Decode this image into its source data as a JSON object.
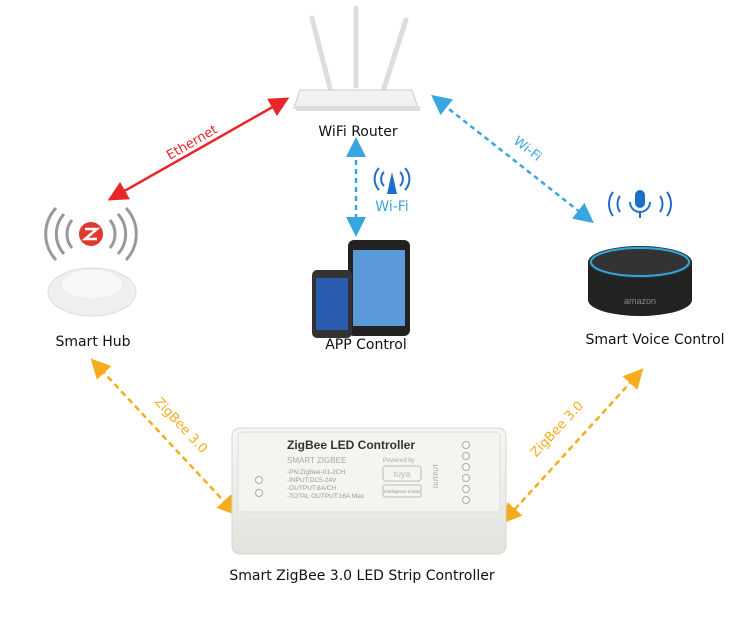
{
  "nodes": {
    "router": "WiFi Router",
    "hub": "Smart Hub",
    "app": "APP Control",
    "voice": "Smart Voice Control",
    "controller": "Smart ZigBee 3.0 LED Strip Controller"
  },
  "links": {
    "ethernet": "Ethernet",
    "wifi_voice": "Wi-Fi",
    "wifi_app": "Wi-Fi",
    "zigbee_hub": "ZigBee 3.0",
    "zigbee_voice": "ZigBee 3.0"
  },
  "device": {
    "title": "ZigBee LED Controller",
    "subtitle": "SMART ZIGBEE",
    "specs": [
      "-PN:ZigBee-01-2CH",
      "-INPUT:DC5-24V",
      "-OUTPUT:8A/CH",
      "-TOTAL OUTPUT:16A Max"
    ],
    "powered_by": "Powered by",
    "brand": "tuya",
    "badge": "Intelligence Inside",
    "output_label": "OUTPUT",
    "echo_brand": "amazon"
  },
  "colors": {
    "ethernet": "#e8262a",
    "wifi": "#3aa6e0",
    "zigbee": "#f5ad1d"
  }
}
